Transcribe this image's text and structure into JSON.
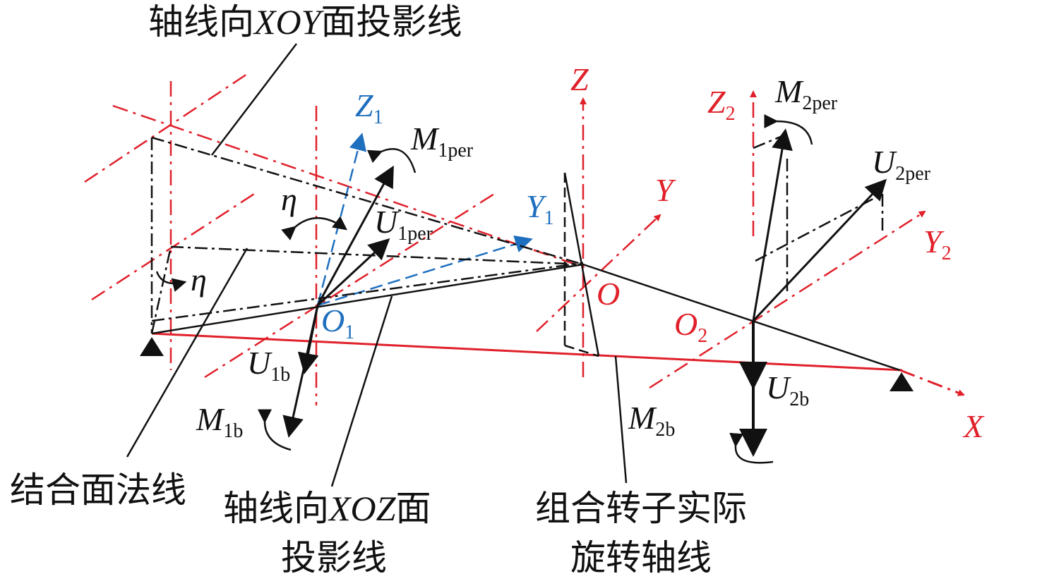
{
  "colors": {
    "axis_red": "#e0202a",
    "axis_blue": "#1f6fbf",
    "line_black": "#111111"
  },
  "callouts": {
    "xoy_projection": {
      "pre": "轴线向",
      "axis": "XOY",
      "post": "面投影线"
    },
    "normal": "结合面法线",
    "xoz_projection": {
      "pre": "轴线向",
      "axis": "XOZ",
      "post": "面",
      "line2": "投影线"
    },
    "actual_axis": {
      "line1": "组合转子实际",
      "line2": "旋转轴线"
    }
  },
  "labels": {
    "Z": "Z",
    "Y": "Y",
    "X": "X",
    "O": "O",
    "Z1": {
      "main": "Z",
      "sub": "1"
    },
    "Y1": {
      "main": "Y",
      "sub": "1"
    },
    "O1": {
      "main": "O",
      "sub": "1"
    },
    "Z2": {
      "main": "Z",
      "sub": "2"
    },
    "Y2": {
      "main": "Y",
      "sub": "2"
    },
    "O2": {
      "main": "O",
      "sub": "2"
    },
    "M1per": {
      "main": "M",
      "sub": "1per"
    },
    "U1per": {
      "main": "U",
      "sub": "1per"
    },
    "U1b": {
      "main": "U",
      "sub": "1b"
    },
    "M1b": {
      "main": "M",
      "sub": "1b"
    },
    "M2per": {
      "main": "M",
      "sub": "2per"
    },
    "U2per": {
      "main": "U",
      "sub": "2per"
    },
    "U2b": {
      "main": "U",
      "sub": "2b"
    },
    "M2b": {
      "main": "M",
      "sub": "2b"
    },
    "eta_upper": "η",
    "eta_lower": "η"
  }
}
